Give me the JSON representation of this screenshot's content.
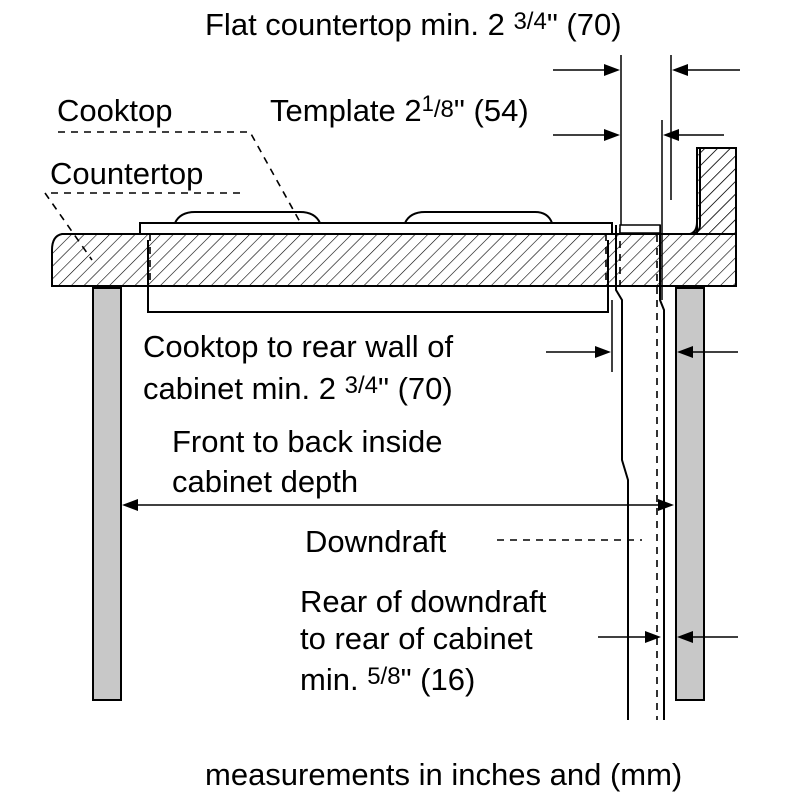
{
  "labels": {
    "flat_countertop_main": "Flat countertop min. 2 ",
    "flat_countertop_frac": "3/4",
    "flat_countertop_tail": "\" (70)",
    "cooktop": "Cooktop",
    "template_main": "Template 2",
    "template_frac_num": "1",
    "template_frac_den": "/8",
    "template_tail": "\" (54)",
    "countertop": "Countertop",
    "cooktop_rear_line1": "Cooktop to rear wall of",
    "cooktop_rear_line2_main": "cabinet min. 2 ",
    "cooktop_rear_line2_frac": "3/4",
    "cooktop_rear_line2_tail": "\" (70)",
    "front_back_line1": "Front to back inside",
    "front_back_line2": "cabinet depth",
    "downdraft": "Downdraft",
    "rear_downdraft_line1": "Rear of downdraft",
    "rear_downdraft_line2": "to rear of cabinet",
    "rear_downdraft_line3_main": "min. ",
    "rear_downdraft_line3_frac": "5/8",
    "rear_downdraft_line3_tail": "\" (16)",
    "footer": "measurements in inches and (mm)"
  },
  "colors": {
    "line": "#000000",
    "cabinet_panel": "#c8c8c8",
    "background": "#ffffff"
  }
}
